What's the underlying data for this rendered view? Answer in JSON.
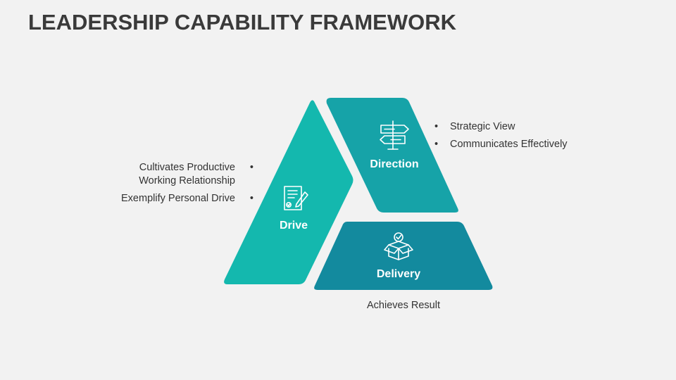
{
  "title": "LEADERSHIP CAPABILITY FRAMEWORK",
  "colors": {
    "drive": "#14b8ae",
    "direction": "#16a3a8",
    "delivery": "#138a9e",
    "background": "#f2f2f2"
  },
  "segments": {
    "drive": {
      "label": "Drive",
      "icon": "document-signature-icon"
    },
    "direction": {
      "label": "Direction",
      "icon": "signpost-icon"
    },
    "delivery": {
      "label": "Delivery",
      "icon": "open-box-icon"
    }
  },
  "direction_bullets": [
    "Strategic View",
    "Communicates Effectively"
  ],
  "drive_bullets": [
    [
      "Cultivates Productive",
      "Working Relationship"
    ],
    [
      "Exemplify Personal Drive"
    ]
  ],
  "delivery_note": "Achieves Result"
}
